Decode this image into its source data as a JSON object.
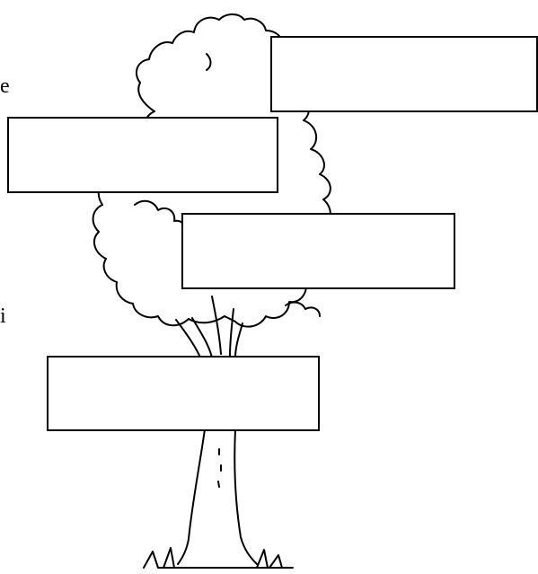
{
  "fragments": {
    "left_top": "e",
    "left_bottom": "i"
  },
  "boxes": [
    {
      "id": "box-1",
      "text": ""
    },
    {
      "id": "box-2",
      "text": ""
    },
    {
      "id": "box-3",
      "text": ""
    },
    {
      "id": "box-4",
      "text": ""
    }
  ]
}
